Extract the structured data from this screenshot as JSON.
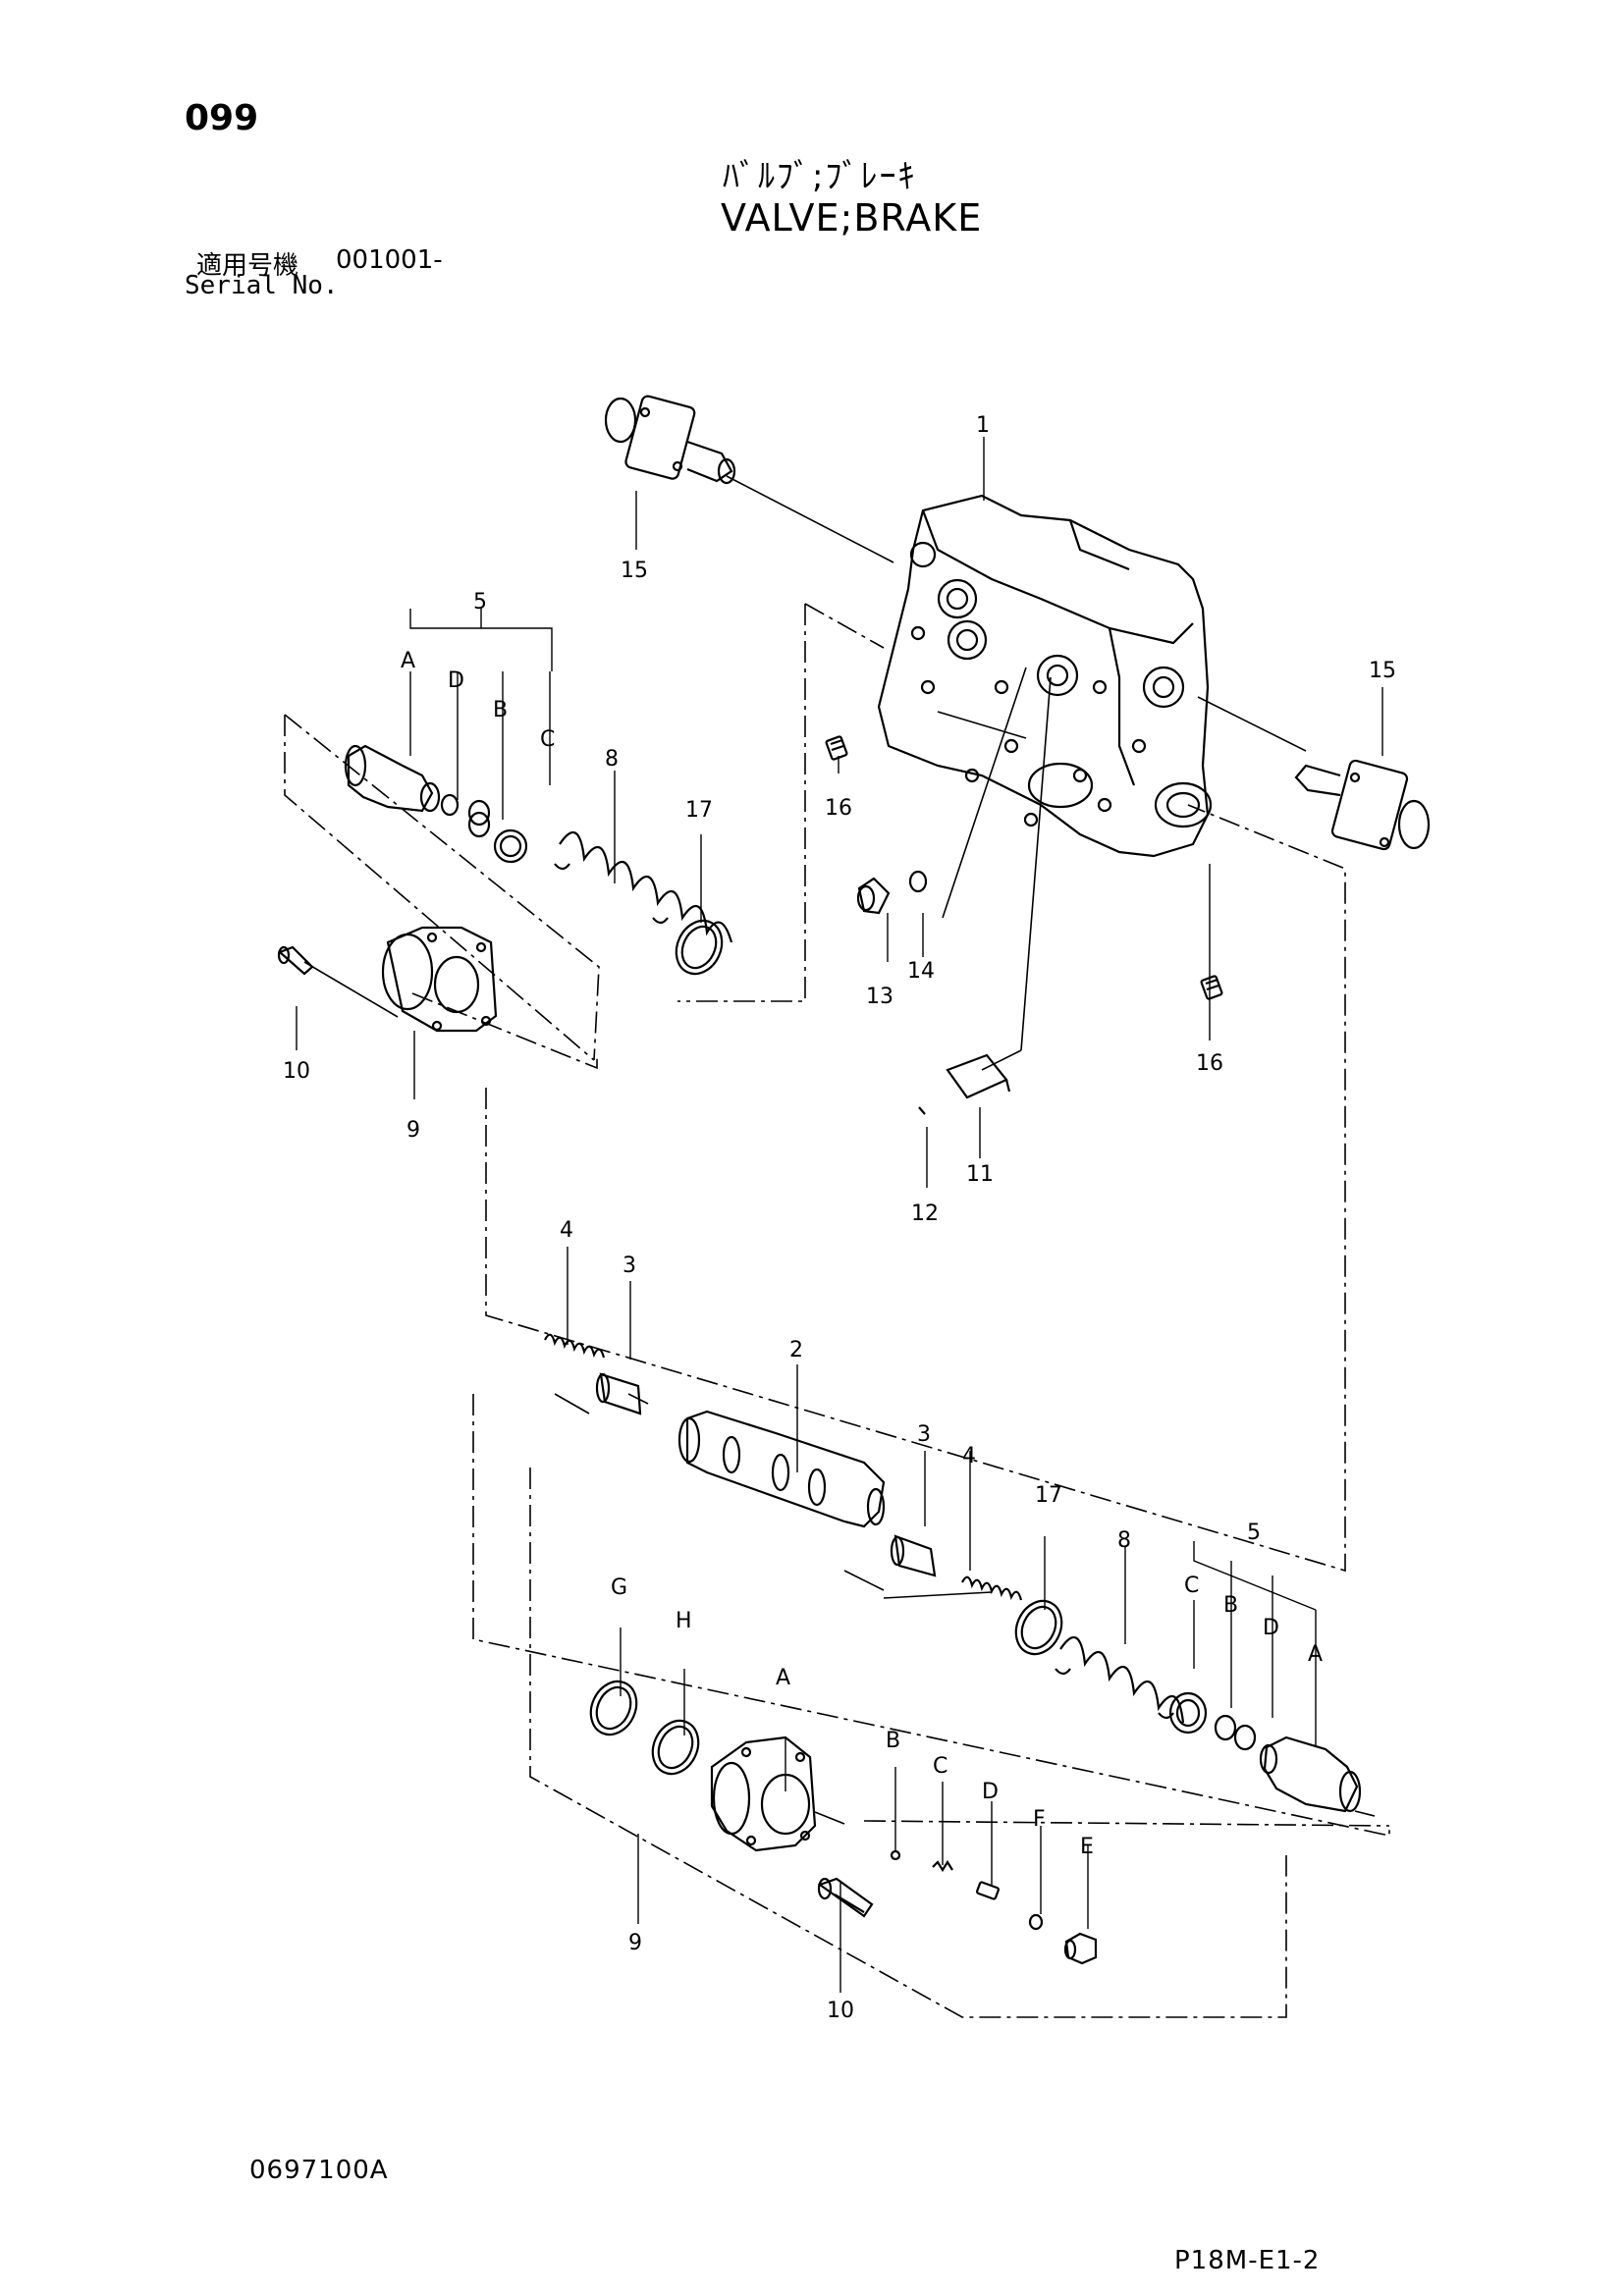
{
  "header": {
    "page_number": "099",
    "title_jp": "ﾊﾞﾙﾌﾞ;ﾌﾞﾚｰｷ",
    "title_en": "VALVE;BRAKE",
    "serial_label_jp": "適用号機",
    "serial_value": "001001-",
    "serial_label_en": "Serial No."
  },
  "callouts": {
    "c1": "1",
    "c2": "2",
    "c3a": "3",
    "c3b": "3",
    "c4a": "4",
    "c4b": "4",
    "c5a": "5",
    "c5b": "5",
    "c8a": "8",
    "c8b": "8",
    "c9a": "9",
    "c9b": "9",
    "c10a": "10",
    "c10b": "10",
    "c11": "11",
    "c12": "12",
    "c13": "13",
    "c14": "14",
    "c15a": "15",
    "c15b": "15",
    "c16a": "16",
    "c16b": "16",
    "c17a": "17",
    "c17b": "17",
    "subA1": "A",
    "subB1": "B",
    "subC1": "C",
    "subD1": "D",
    "subA2": "A",
    "subB2": "B",
    "subC2": "C",
    "subD2": "D",
    "subA3": "A",
    "subB3": "B",
    "subC3": "C",
    "subD3": "D",
    "subE": "E",
    "subF": "F",
    "subG": "G",
    "subH": "H"
  },
  "footer": {
    "drawing_number": "0697100A",
    "sheet_number": "P18M-E1-2"
  }
}
